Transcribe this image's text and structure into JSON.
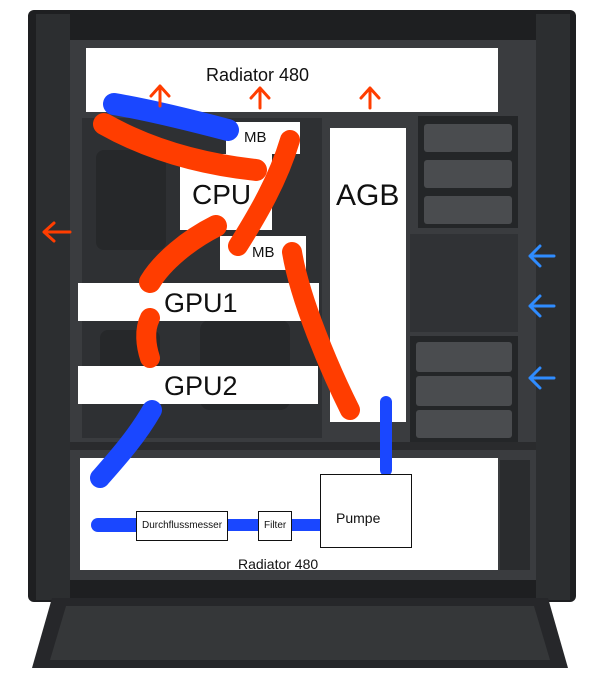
{
  "labels": {
    "radiator_top": "Radiator 480",
    "mb_top": "MB",
    "cpu": "CPU",
    "mb_lower": "MB",
    "agb": "AGB",
    "gpu1": "GPU1",
    "gpu2": "GPU2",
    "pumpe": "Pumpe",
    "durchflussmesser": "Durchflussmesser",
    "filter": "Filter",
    "radiator_bottom": "Radiator 480"
  },
  "colors": {
    "hot_loop": "#ff3d00",
    "cold_loop": "#1a47ff",
    "airflow_in": "#2f8cff",
    "airflow_out": "#ff3d00",
    "case_body": "#2b2d2f",
    "case_edge": "#1a1b1d"
  },
  "icons": [
    "arrow-up-icon",
    "arrow-left-icon"
  ]
}
